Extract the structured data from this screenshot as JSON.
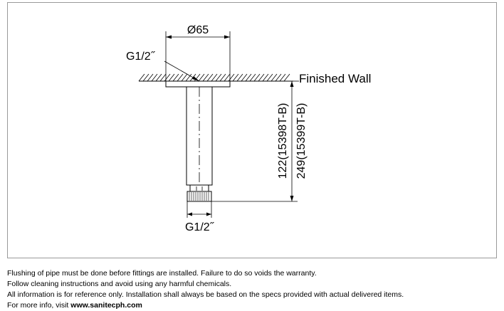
{
  "drawing": {
    "diameter_label": "Ø65",
    "thread_top_label": "G1/2˝",
    "thread_bottom_label": "G1/2˝",
    "finished_wall_label": "Finished Wall",
    "dim_122_label": "122(15398T-B)",
    "dim_249_label": "249(15399T-B)"
  },
  "notes": {
    "line1": "Flushing of pipe must be done before fittings are installed. Failure to do so voids the warranty.",
    "line2": "Follow cleaning instructions and avoid using any harmful chemicals.",
    "line3": "All information is for reference only. Installation shall always be based on the specs provided with actual delivered items.",
    "line4_prefix": "For more info, visit ",
    "line4_link": "www.sanitecph.com"
  }
}
